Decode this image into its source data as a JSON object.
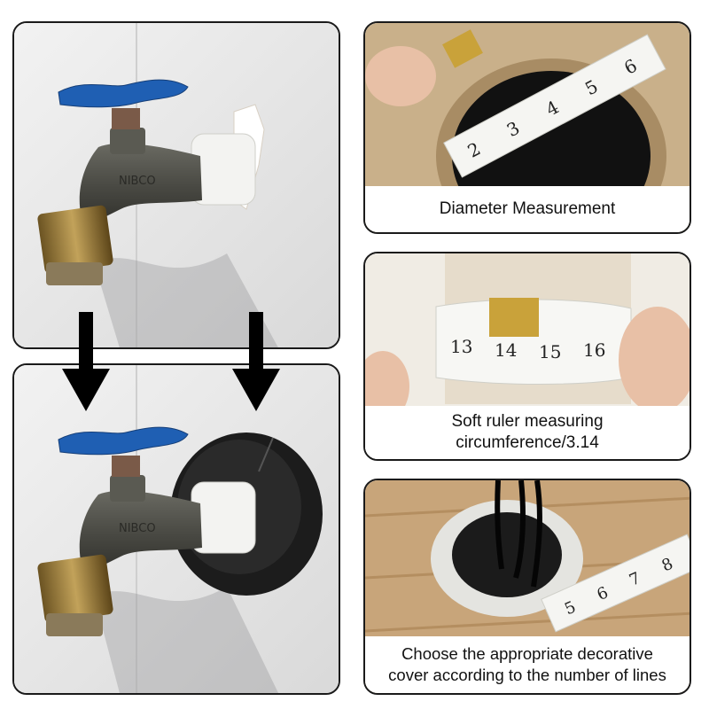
{
  "captions": {
    "diameter": "Diameter Measurement",
    "soft_ruler_line1": "Soft ruler measuring",
    "soft_ruler_line2": "circumference/3.14",
    "cover_line1": "Choose the appropriate decorative",
    "cover_line2": "cover according to the number of lines"
  },
  "photo_text": {
    "faucet_brand": "NIBCO",
    "ruler_marks_diameter": [
      "2",
      "3",
      "4",
      "5",
      "6"
    ],
    "ruler_marks_circumference": [
      "13",
      "14",
      "15",
      "16"
    ],
    "ruler_marks_cover": [
      "5",
      "6",
      "7",
      "8"
    ]
  },
  "icons": {
    "arrow": "down-arrow-icon",
    "faucet": "faucet-icon",
    "cover": "decorative-cover-icon",
    "tape": "measuring-tape-icon"
  },
  "colors": {
    "border": "#1a1a1a",
    "wall": "#e6e6e6",
    "handle": "#1f5fb3",
    "brass": "#a8873e",
    "cover": "#1c1c1c",
    "wood": "#c8a57a"
  }
}
